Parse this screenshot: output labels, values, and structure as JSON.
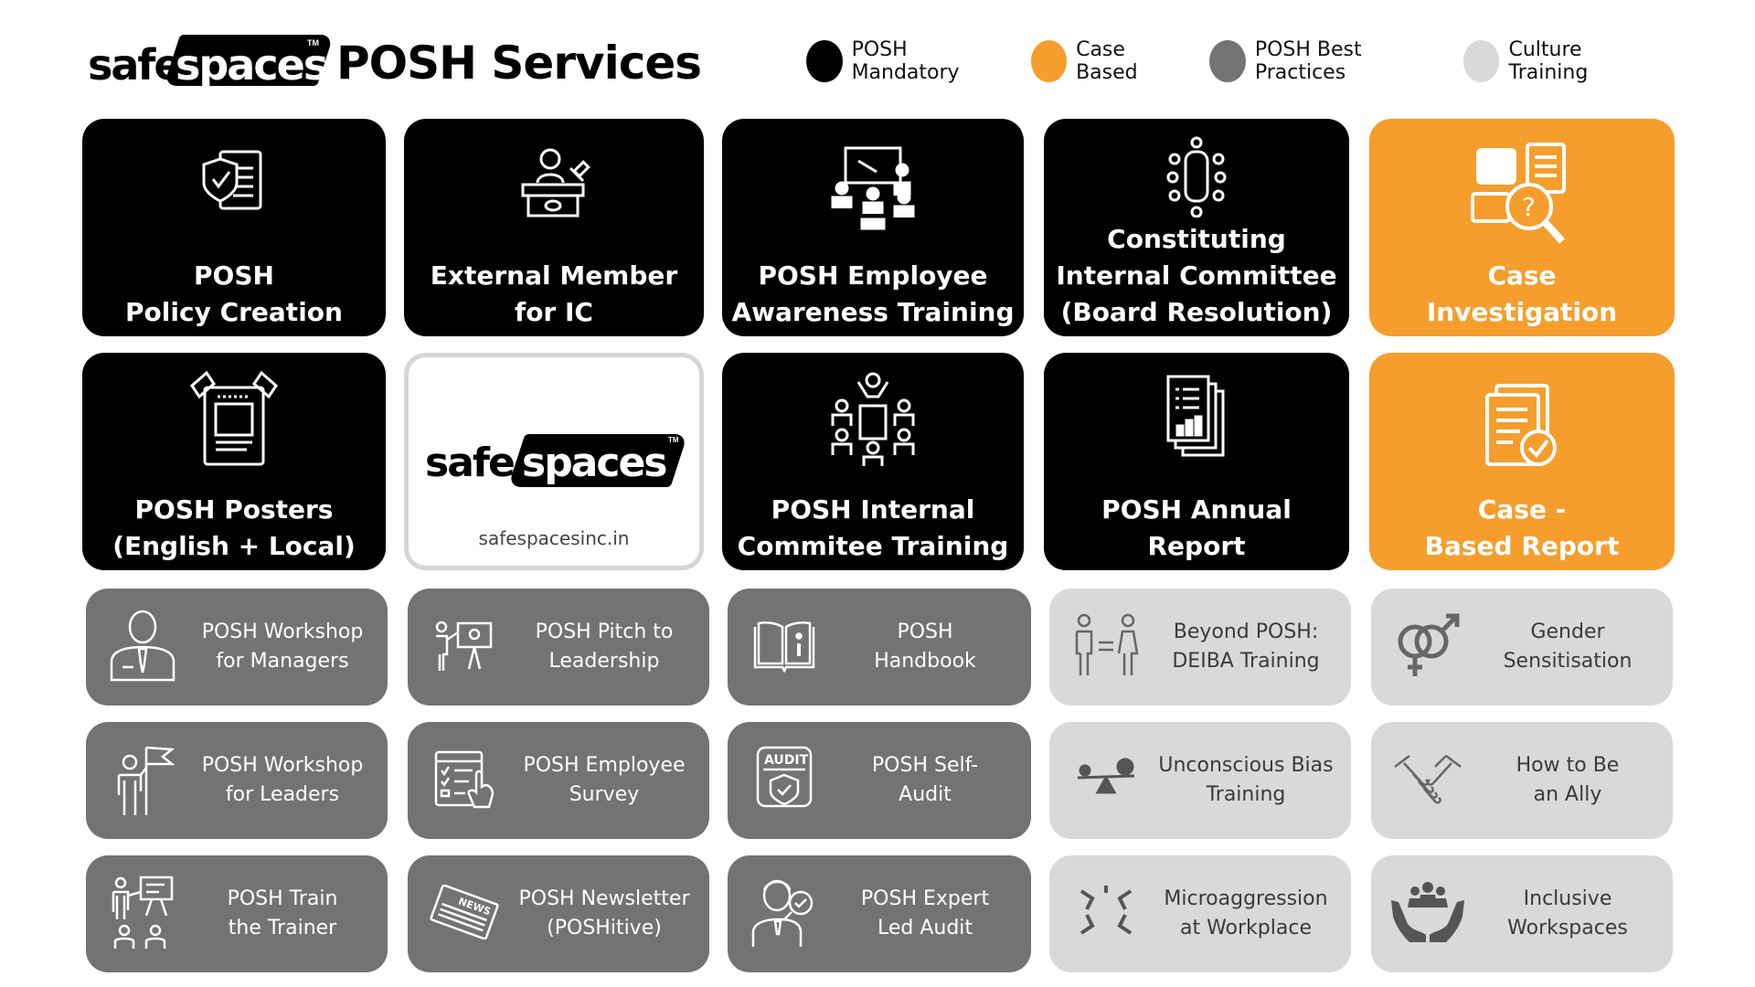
{
  "header": {
    "logo_safe": "safe",
    "logo_spaces": "spaces",
    "logo_tm": "TM",
    "title": "POSH Services"
  },
  "legend": [
    {
      "label": "POSH Mandatory",
      "color": "#000000"
    },
    {
      "label": "Case Based",
      "color": "#f59e2d"
    },
    {
      "label": "POSH Best Practices",
      "color": "#737373"
    },
    {
      "label": "Culture Training",
      "color": "#d9d9d9"
    }
  ],
  "big_cards": [
    {
      "title": "POSH\nPolicy Creation",
      "icon": "policy-document-icon",
      "color": "#000000"
    },
    {
      "title": "External Member\nfor IC",
      "icon": "judge-icon",
      "color": "#000000"
    },
    {
      "title": "POSH Employee\nAwareness Training",
      "icon": "presentation-training-icon",
      "color": "#000000"
    },
    {
      "title": "Constituting\nInternal Committee\n(Board Resolution)",
      "icon": "committee-table-icon",
      "color": "#000000"
    },
    {
      "title": "Case\nInvestigation",
      "icon": "investigation-icon",
      "color": "#f59e2d"
    },
    {
      "title": "POSH Posters\n(English + Local)",
      "icon": "poster-icon",
      "color": "#000000"
    },
    {
      "title": "POSH Internal\nCommitee Training",
      "icon": "group-training-icon",
      "color": "#000000"
    },
    {
      "title": "POSH Annual\nReport",
      "icon": "annual-report-icon",
      "color": "#000000"
    },
    {
      "title": "Case -\nBased Report",
      "icon": "report-check-icon",
      "color": "#f59e2d"
    }
  ],
  "logo_card": {
    "safe": "safe",
    "spaces": "spaces",
    "tm": "TM",
    "url": "safespacesinc.in"
  },
  "small_cards": [
    {
      "title": "POSH Workshop\nfor Managers",
      "icon": "manager-icon",
      "color": "#737373"
    },
    {
      "title": "POSH Pitch to\nLeadership",
      "icon": "pitch-board-icon",
      "color": "#737373"
    },
    {
      "title": "POSH\nHandbook",
      "icon": "handbook-icon",
      "color": "#737373"
    },
    {
      "title": "Beyond POSH:\nDEIBA Training",
      "icon": "equality-icon",
      "color": "#d9d9d9"
    },
    {
      "title": "Gender\nSensitisation",
      "icon": "gender-icon",
      "color": "#d9d9d9"
    },
    {
      "title": "POSH Workshop\nfor Leaders",
      "icon": "leader-flag-icon",
      "color": "#737373"
    },
    {
      "title": "POSH Employee\nSurvey",
      "icon": "survey-icon",
      "color": "#737373"
    },
    {
      "title": "POSH Self-\nAudit",
      "icon": "audit-shield-icon",
      "color": "#737373",
      "icon_text": "AUDIT"
    },
    {
      "title": "Unconscious Bias\nTraining",
      "icon": "seesaw-icon",
      "color": "#d9d9d9"
    },
    {
      "title": "How to Be\nan Ally",
      "icon": "handshake-icon",
      "color": "#d9d9d9"
    },
    {
      "title": "POSH Train\nthe Trainer",
      "icon": "trainer-icon",
      "color": "#737373"
    },
    {
      "title": "POSH Newsletter\n(POSHitive)",
      "icon": "newspaper-icon",
      "color": "#737373",
      "icon_text": "NEWS"
    },
    {
      "title": "POSH Expert\nLed Audit",
      "icon": "expert-icon",
      "color": "#737373"
    },
    {
      "title": "Microaggression\nat Workplace",
      "icon": "microaggression-icon",
      "color": "#d9d9d9"
    },
    {
      "title": "Inclusive\nWorkspaces",
      "icon": "inclusive-hands-icon",
      "color": "#d9d9d9"
    }
  ]
}
